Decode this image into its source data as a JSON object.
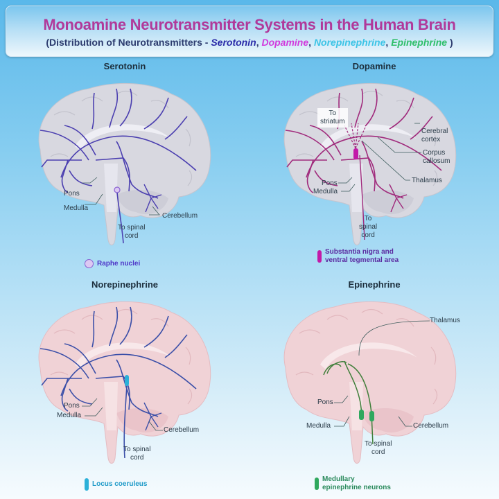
{
  "header": {
    "title": "Monoamine Neurotransmitter Systems in the Human Brain",
    "subtitle_prefix": "(Distribution of Neurotransmitters - ",
    "subtitle_serotonin": "Serotonin",
    "subtitle_dopamine": "Dopamine",
    "subtitle_norepinephrine": "Norepinephrine",
    "subtitle_epinephrine": "Epinephrine",
    "comma": ", ",
    "close_paren": " )"
  },
  "colors": {
    "serotonin": "#4b3fb0",
    "dopamine": "#a02a7c",
    "norepinephrine": "#3b4fa8",
    "epinephrine": "#3f7f3a",
    "brain_gray": "#d6d6df",
    "brain_pink": "#efcfd3"
  },
  "panels": {
    "serotonin": {
      "title": "Serotonin",
      "labels": {
        "pons": "Pons",
        "medulla": "Medulla",
        "cerebellum": "Cerebellum",
        "spinal": "To spinal",
        "spinal2": "cord"
      },
      "legend": "Raphe nuclei"
    },
    "dopamine": {
      "title": "Dopamine",
      "labels": {
        "striatum1": "To",
        "striatum2": "striatum",
        "cortex1": "Cerebral",
        "cortex2": "cortex",
        "corpus1": "Corpus",
        "corpus2": "callosum",
        "thalamus": "Thalamus",
        "pons": "Pons",
        "medulla": "Medulla",
        "spinal1": "To",
        "spinal2": "spinal",
        "spinal3": "cord"
      },
      "legend1": "Substantia nigra and",
      "legend2": "ventral tegmental area"
    },
    "norepinephrine": {
      "title": "Norepinephrine",
      "labels": {
        "pons": "Pons",
        "medulla": "Medulla",
        "cerebellum": "Cerebellum",
        "spinal": "To spinal",
        "spinal2": "cord"
      },
      "legend": "Locus coeruleus"
    },
    "epinephrine": {
      "title": "Epinephrine",
      "labels": {
        "thalamus": "Thalamus",
        "pons": "Pons",
        "medulla": "Medulla",
        "cerebellum": "Cerebellum",
        "spinal": "To spinal",
        "spinal2": "cord"
      },
      "legend1": "Medullary",
      "legend2": "epinephrine neurons"
    }
  }
}
